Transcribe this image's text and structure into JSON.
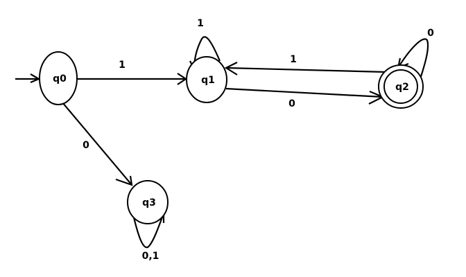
{
  "title": "DFA state diagram",
  "states": [
    {
      "id": "q0",
      "label": "q0",
      "start": true,
      "accepting": false
    },
    {
      "id": "q1",
      "label": "q1",
      "start": false,
      "accepting": false
    },
    {
      "id": "q2",
      "label": "q2",
      "start": false,
      "accepting": true
    },
    {
      "id": "q3",
      "label": "q3",
      "start": false,
      "accepting": false
    }
  ],
  "transitions": [
    {
      "from": "q0",
      "to": "q1",
      "label": "1"
    },
    {
      "from": "q0",
      "to": "q3",
      "label": "0"
    },
    {
      "from": "q1",
      "to": "q1",
      "label": "1"
    },
    {
      "from": "q1",
      "to": "q2",
      "label": "0"
    },
    {
      "from": "q2",
      "to": "q1",
      "label": "1"
    },
    {
      "from": "q2",
      "to": "q2",
      "label": "0"
    },
    {
      "from": "q3",
      "to": "q3",
      "label": "0,1"
    }
  ]
}
